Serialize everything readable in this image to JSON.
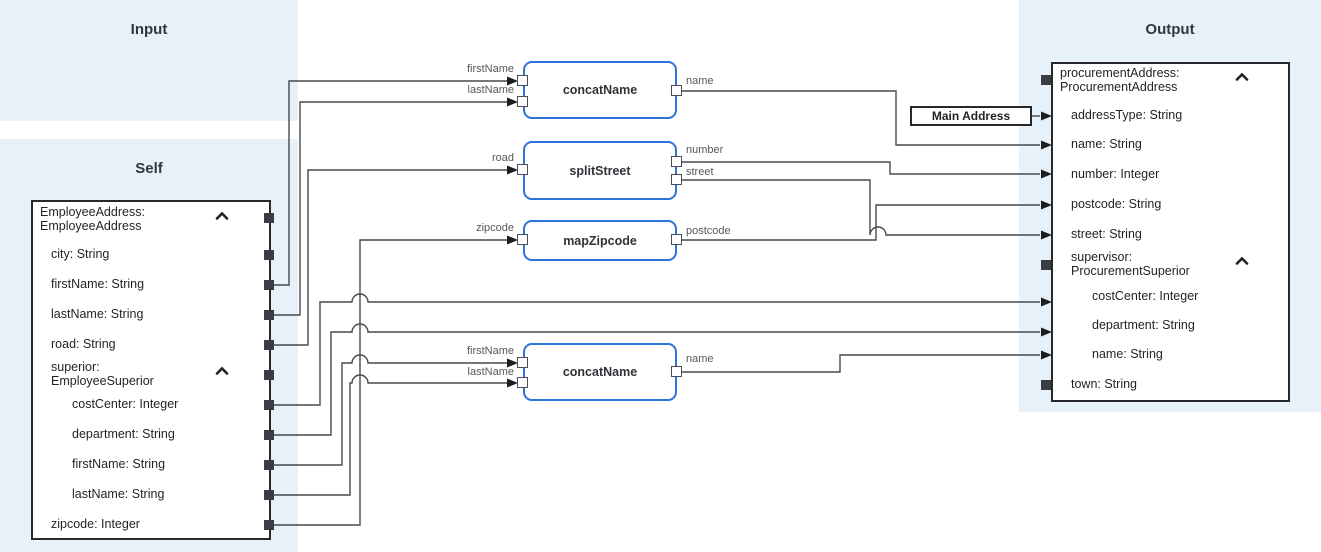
{
  "panels": {
    "input": {
      "title": "Input"
    },
    "self": {
      "title": "Self"
    },
    "output": {
      "title": "Output"
    }
  },
  "source_document": {
    "rows": [
      {
        "label": "EmployeeAddress:\nEmployeeAddress",
        "group": true,
        "indent": 0
      },
      {
        "label": "city: String",
        "indent": 1
      },
      {
        "label": "firstName: String",
        "indent": 1
      },
      {
        "label": "lastName: String",
        "indent": 1
      },
      {
        "label": "road: String",
        "indent": 1
      },
      {
        "label": "superior:\nEmployeeSuperior",
        "group": true,
        "indent": 1
      },
      {
        "label": "costCenter: Integer",
        "indent": 2
      },
      {
        "label": "department: String",
        "indent": 2
      },
      {
        "label": "firstName: String",
        "indent": 2
      },
      {
        "label": "lastName: String",
        "indent": 2
      },
      {
        "label": "zipcode: Integer",
        "indent": 1
      }
    ]
  },
  "target_document": {
    "rows": [
      {
        "label": "procurementAddress:\nProcurementAddress",
        "group": true,
        "indent": 0
      },
      {
        "label": "addressType: String",
        "indent": 1
      },
      {
        "label": "name: String",
        "indent": 1
      },
      {
        "label": "number: Integer",
        "indent": 1
      },
      {
        "label": "postcode: String",
        "indent": 1
      },
      {
        "label": "street: String",
        "indent": 1
      },
      {
        "label": "supervisor:\nProcurementSuperior",
        "group": true,
        "indent": 1
      },
      {
        "label": "costCenter: Integer",
        "indent": 2
      },
      {
        "label": "department: String",
        "indent": 2
      },
      {
        "label": "name: String",
        "indent": 2
      },
      {
        "label": "town: String",
        "indent": 1
      }
    ]
  },
  "transforms": [
    {
      "name": "concatName",
      "inputs": [
        "firstName",
        "lastName"
      ],
      "outputs": [
        "name"
      ]
    },
    {
      "name": "splitStreet",
      "inputs": [
        "road"
      ],
      "outputs": [
        "number",
        "street"
      ]
    },
    {
      "name": "mapZipcode",
      "inputs": [
        "zipcode"
      ],
      "outputs": [
        "postcode"
      ]
    },
    {
      "name": "concatName",
      "inputs": [
        "firstName",
        "lastName"
      ],
      "outputs": [
        "name"
      ]
    }
  ],
  "annotation": {
    "label": "Main Address"
  },
  "connections": [
    {
      "source": "EmployeeAddress.firstName",
      "target": "concatName#1.firstName"
    },
    {
      "source": "EmployeeAddress.lastName",
      "target": "concatName#1.lastName"
    },
    {
      "source": "EmployeeAddress.road",
      "target": "splitStreet.road"
    },
    {
      "source": "EmployeeAddress.zipcode",
      "target": "mapZipcode.zipcode"
    },
    {
      "source": "EmployeeAddress.superior.costCenter",
      "target": "procurementAddress.supervisor.costCenter"
    },
    {
      "source": "EmployeeAddress.superior.department",
      "target": "procurementAddress.supervisor.department"
    },
    {
      "source": "EmployeeAddress.superior.firstName",
      "target": "concatName#2.firstName"
    },
    {
      "source": "EmployeeAddress.superior.lastName",
      "target": "concatName#2.lastName"
    },
    {
      "source": "concatName#1.name",
      "target": "procurementAddress.name"
    },
    {
      "source": "splitStreet.number",
      "target": "procurementAddress.number"
    },
    {
      "source": "splitStreet.street",
      "target": "procurementAddress.street"
    },
    {
      "source": "mapZipcode.postcode",
      "target": "procurementAddress.postcode"
    },
    {
      "source": "Main Address",
      "target": "procurementAddress.addressType"
    },
    {
      "source": "concatName#2.name",
      "target": "procurementAddress.supervisor.name"
    }
  ],
  "colors": {
    "panel_bg": "#e7f1f9",
    "transform_border": "#2e73d9",
    "wire": "#46494e",
    "arrow": "#1c1e21",
    "box_border": "#26282b",
    "port_dark": "#3a3e44"
  }
}
